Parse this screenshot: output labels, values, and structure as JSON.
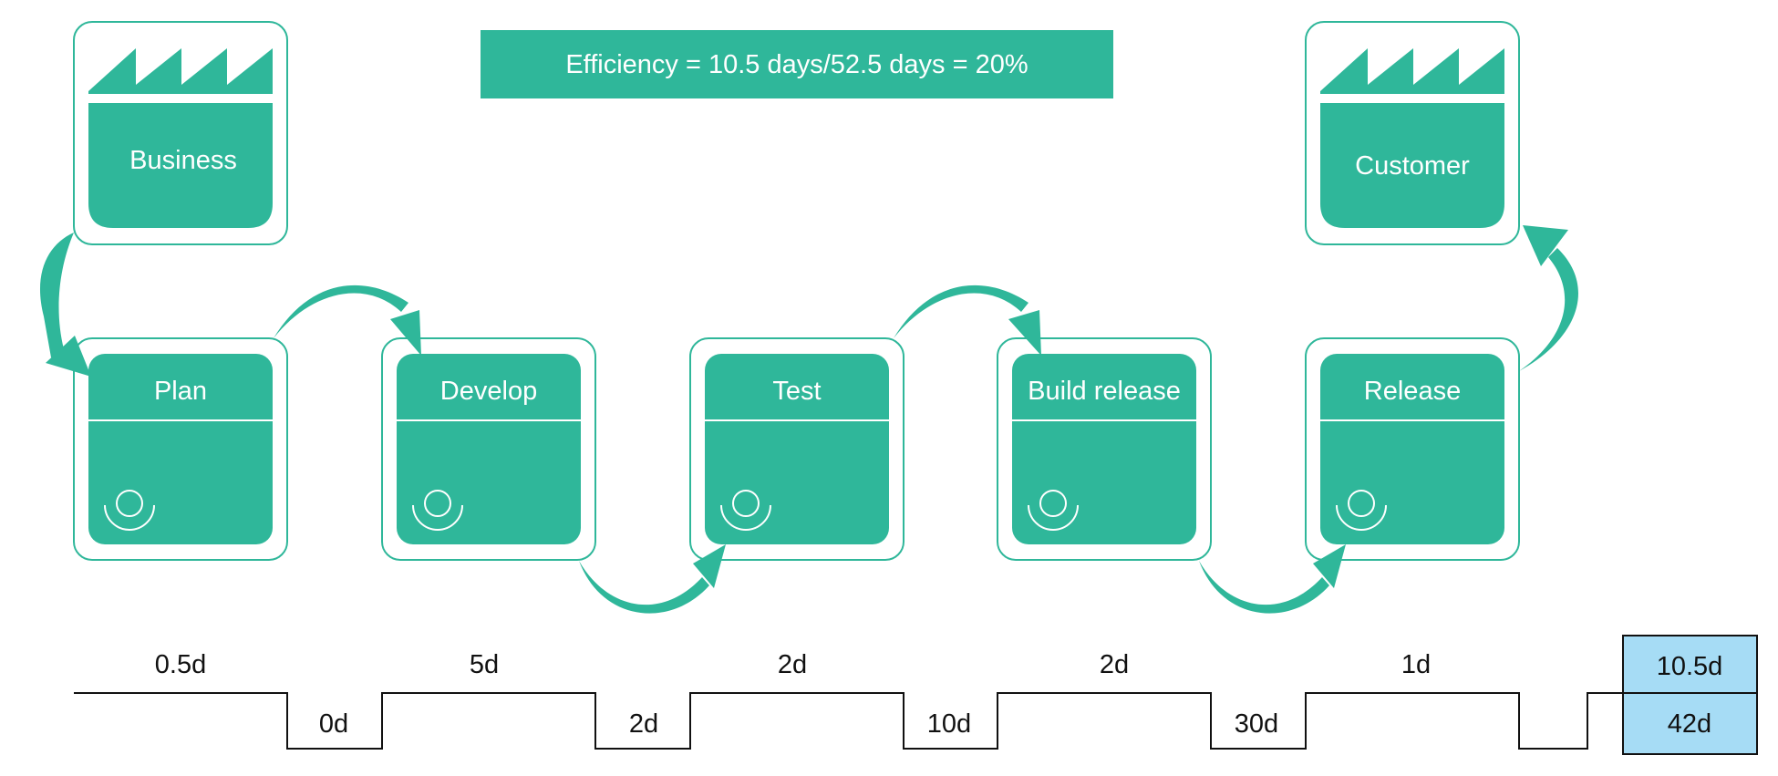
{
  "banner": {
    "text": "Efficiency = 10.5 days/52.5 days = 20%"
  },
  "colors": {
    "teal": "#2fb79a",
    "summary_fill": "#a6dcf5",
    "line": "#111111"
  },
  "endpoints": {
    "business": {
      "label": "Business",
      "icon": "factory-icon"
    },
    "customer": {
      "label": "Customer",
      "icon": "factory-icon"
    }
  },
  "processes": [
    {
      "label": "Plan",
      "icon": "operator-icon"
    },
    {
      "label": "Develop",
      "icon": "operator-icon"
    },
    {
      "label": "Test",
      "icon": "operator-icon"
    },
    {
      "label": "Build release",
      "icon": "operator-icon"
    },
    {
      "label": "Release",
      "icon": "operator-icon"
    }
  ],
  "timeline": {
    "process_times": [
      "0.5d",
      "5d",
      "2d",
      "2d",
      "1d"
    ],
    "wait_times": [
      "0d",
      "2d",
      "10d",
      "30d"
    ],
    "summary": {
      "process_total": "10.5d",
      "wait_total": "42d"
    }
  }
}
